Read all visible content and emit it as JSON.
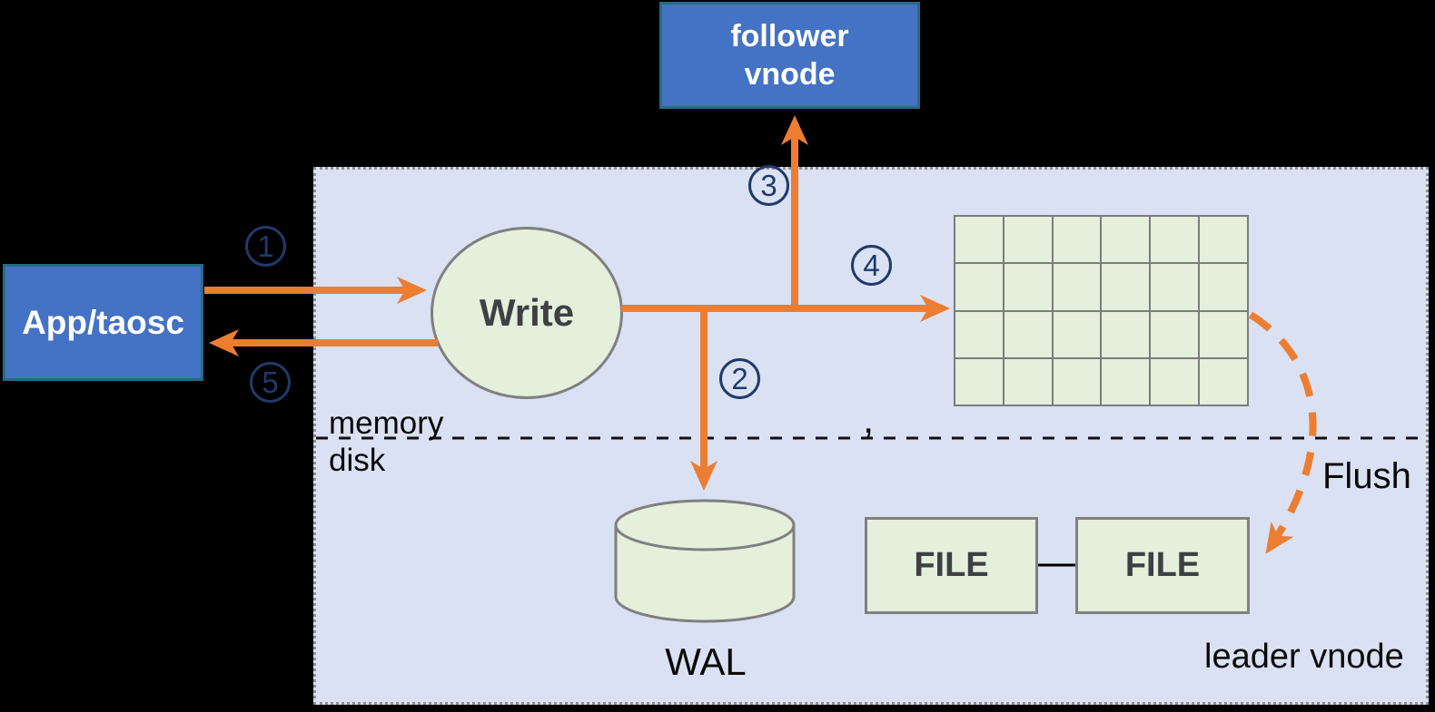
{
  "nodes": {
    "app": "App/taosc",
    "follower_vnode": "follower vnode",
    "write": "Write",
    "wal": "WAL",
    "file_left": "FILE",
    "file_right": "FILE"
  },
  "labels": {
    "memory": "memory",
    "disk": "disk",
    "leader_vnode": "leader vnode",
    "flush": "Flush",
    "stray_mark": ","
  },
  "steps": [
    "1",
    "2",
    "3",
    "4",
    "5"
  ],
  "memtable_grid": {
    "rows": 4,
    "columns": 6
  },
  "colors": {
    "arrow_orange": "#ED7D31",
    "node_blue_fill": "#4472C4",
    "node_blue_border": "#266C82",
    "panel_lavender": "#DAE1F3",
    "shape_green": "#E4EFDC",
    "shape_border_gray": "#7F7F7F",
    "step_circle_navy": "#203A69",
    "background": "#000000"
  }
}
